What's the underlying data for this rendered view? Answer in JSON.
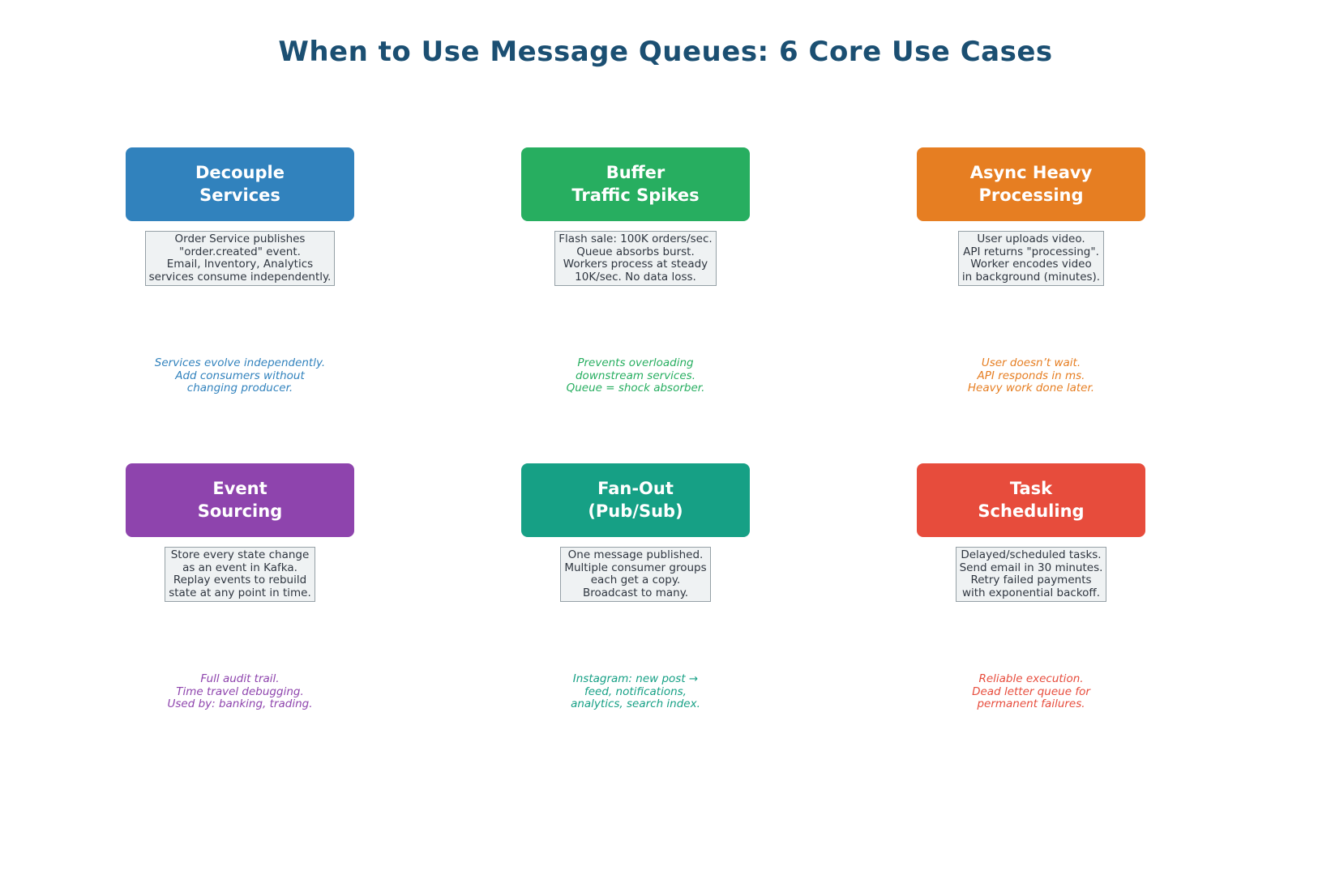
{
  "title": "When to Use Message Queues: 6 Core Use Cases",
  "colors": {
    "title": "#1b4f72",
    "description_text": "#2f3640",
    "description_bg": "#eff2f3",
    "description_border": "#95a0a6"
  },
  "use_cases": [
    {
      "title": "Decouple\nServices",
      "color": "#3182bd",
      "description": "Order Service publishes\n\"order.created\" event.\nEmail, Inventory, Analytics\nservices consume independently.",
      "note": "Services evolve independently.\nAdd consumers without\nchanging producer."
    },
    {
      "title": "Buffer\nTraffic Spikes",
      "color": "#27ae60",
      "description": "Flash sale: 100K orders/sec.\nQueue absorbs burst.\nWorkers process at steady\n10K/sec. No data loss.",
      "note": "Prevents overloading\ndownstream services.\nQueue = shock absorber."
    },
    {
      "title": "Async Heavy\nProcessing",
      "color": "#e67e22",
      "description": "User uploads video.\nAPI returns \"processing\".\nWorker encodes video\nin background (minutes).",
      "note": "User doesn’t wait.\nAPI responds in ms.\nHeavy work done later."
    },
    {
      "title": "Event\nSourcing",
      "color": "#8e44ad",
      "description": "Store every state change\nas an event in Kafka.\nReplay events to rebuild\nstate at any point in time.",
      "note": "Full audit trail.\nTime travel debugging.\nUsed by: banking, trading."
    },
    {
      "title": "Fan-Out\n(Pub/Sub)",
      "color": "#16a085",
      "description": "One message published.\nMultiple consumer groups\neach get a copy.\nBroadcast to many.",
      "note": "Instagram: new post →\nfeed, notifications,\nanalytics, search index."
    },
    {
      "title": "Task\nScheduling",
      "color": "#e74c3c",
      "description": "Delayed/scheduled tasks.\nSend email in 30 minutes.\nRetry failed payments\nwith exponential backoff.",
      "note": "Reliable execution.\nDead letter queue for\npermanent failures."
    }
  ]
}
